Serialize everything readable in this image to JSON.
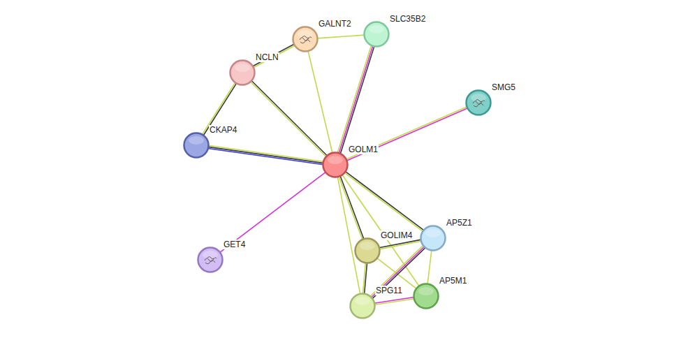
{
  "diagram": {
    "nodes": [
      {
        "text": [
          "GALNT2"
        ]
      },
      {
        "text": [
          "SLC35B2"
        ]
      },
      {
        "text": [
          "NCLN"
        ]
      },
      {
        "text": [
          "SMG5"
        ]
      },
      {
        "text": [
          "CKAP4"
        ]
      },
      {
        "text": [
          "GOLM1"
        ]
      },
      {
        "text": [
          "AP5Z1"
        ]
      },
      {
        "text": [
          "GOLIM4"
        ]
      },
      {
        "text": [
          "GET4"
        ]
      },
      {
        "text": [
          "AP5M1"
        ]
      },
      {
        "text": [
          "SPG11"
        ]
      }
    ],
    "edges": [
      {
        "from": 0,
        "to": 2,
        "arrow": "none"
      },
      {
        "from": 0,
        "to": 1,
        "arrow": "none"
      },
      {
        "from": 0,
        "to": 5,
        "arrow": "none"
      },
      {
        "from": 1,
        "to": 5,
        "arrow": "none"
      },
      {
        "from": 2,
        "to": 4,
        "arrow": "none"
      },
      {
        "from": 2,
        "to": 5,
        "arrow": "none"
      },
      {
        "from": 3,
        "to": 5,
        "arrow": "none"
      },
      {
        "from": 4,
        "to": 5,
        "arrow": "none"
      },
      {
        "from": 8,
        "to": 5,
        "arrow": "none"
      },
      {
        "from": 5,
        "to": 7,
        "arrow": "none"
      },
      {
        "from": 5,
        "to": 6,
        "arrow": "none"
      },
      {
        "from": 5,
        "to": 10,
        "arrow": "none"
      },
      {
        "from": 5,
        "to": 9,
        "arrow": "none"
      },
      {
        "from": 7,
        "to": 6,
        "arrow": "none"
      },
      {
        "from": 7,
        "to": 10,
        "arrow": "none"
      },
      {
        "from": 7,
        "to": 9,
        "arrow": "none"
      },
      {
        "from": 6,
        "to": 10,
        "arrow": "none"
      },
      {
        "from": 6,
        "to": 9,
        "arrow": "none"
      },
      {
        "from": 10,
        "to": 9,
        "arrow": "none"
      }
    ]
  }
}
